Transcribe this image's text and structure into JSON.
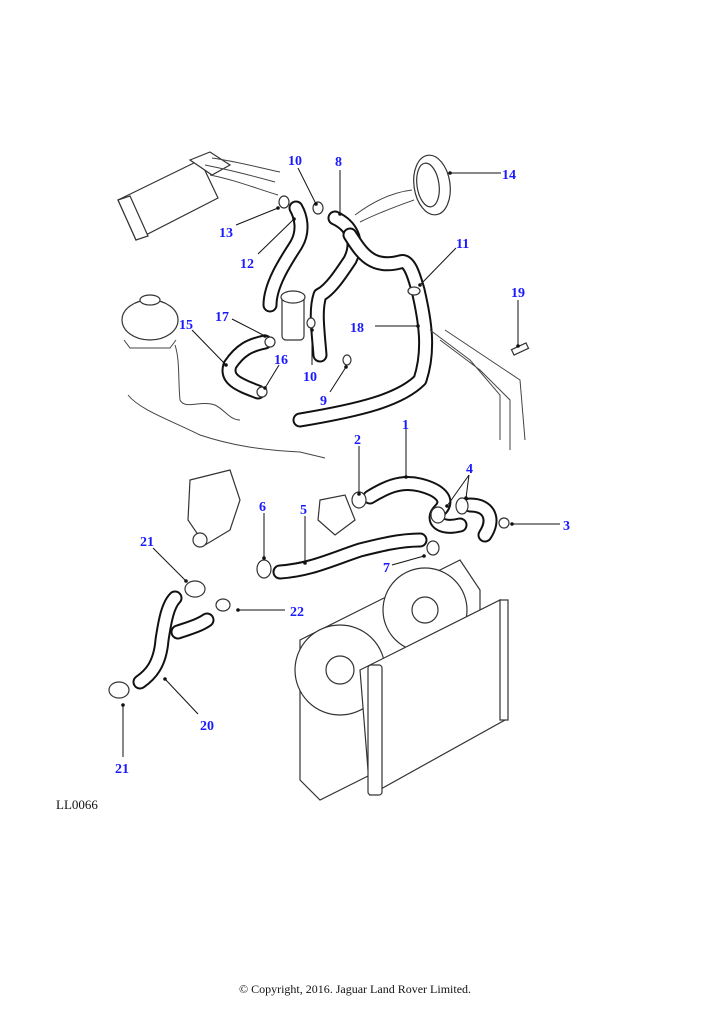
{
  "diagram": {
    "title": "Cooling system hoses",
    "reference_code": "LL0066",
    "copyright": "© Copyright, 2016. Jaguar Land Rover Limited.",
    "callout_color": "#1a1aff",
    "callouts": [
      {
        "id": "c1",
        "label": "1"
      },
      {
        "id": "c2",
        "label": "2"
      },
      {
        "id": "c3",
        "label": "3"
      },
      {
        "id": "c4",
        "label": "4"
      },
      {
        "id": "c5",
        "label": "5"
      },
      {
        "id": "c6",
        "label": "6"
      },
      {
        "id": "c7",
        "label": "7"
      },
      {
        "id": "c8",
        "label": "8"
      },
      {
        "id": "c9",
        "label": "9"
      },
      {
        "id": "c10a",
        "label": "10"
      },
      {
        "id": "c10b",
        "label": "10"
      },
      {
        "id": "c11",
        "label": "11"
      },
      {
        "id": "c12",
        "label": "12"
      },
      {
        "id": "c13",
        "label": "13"
      },
      {
        "id": "c14",
        "label": "14"
      },
      {
        "id": "c15",
        "label": "15"
      },
      {
        "id": "c16",
        "label": "16"
      },
      {
        "id": "c17",
        "label": "17"
      },
      {
        "id": "c18",
        "label": "18"
      },
      {
        "id": "c19",
        "label": "19"
      },
      {
        "id": "c20",
        "label": "20"
      },
      {
        "id": "c21a",
        "label": "21"
      },
      {
        "id": "c21b",
        "label": "21"
      },
      {
        "id": "c22",
        "label": "22"
      }
    ]
  }
}
